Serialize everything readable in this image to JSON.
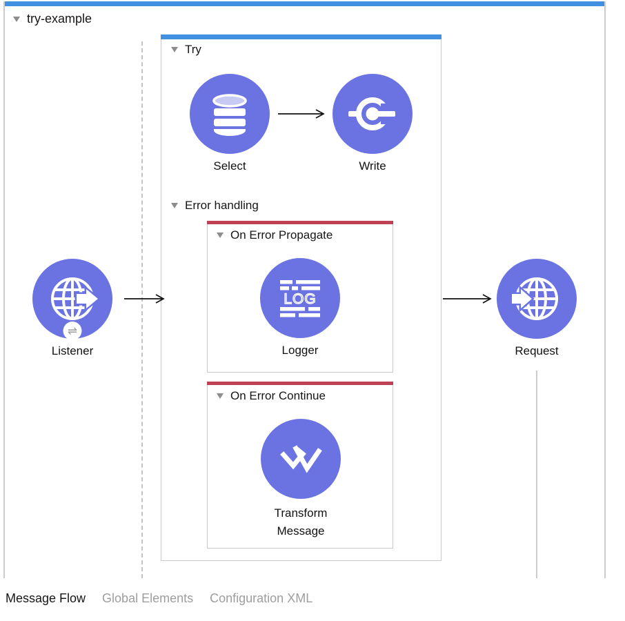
{
  "flow_name": "try-example",
  "scopes": {
    "try": {
      "label": "Try"
    },
    "error_handling": {
      "label": "Error handling"
    },
    "on_error_propagate": {
      "label": "On Error Propagate"
    },
    "on_error_continue": {
      "label": "On Error Continue"
    }
  },
  "nodes": {
    "listener": {
      "label": "Listener",
      "icon": "globe-arrow-out-icon",
      "badge_glyph": "⇌"
    },
    "select": {
      "label": "Select",
      "icon": "database-icon"
    },
    "write": {
      "label": "Write",
      "icon": "file-write-icon"
    },
    "logger": {
      "label": "Logger",
      "icon": "log-lines-icon",
      "icon_text": "LOG"
    },
    "transform": {
      "label": "Transform Message",
      "icon": "dataweave-icon"
    },
    "request": {
      "label": "Request",
      "icon": "globe-arrow-in-icon"
    }
  },
  "tabs": [
    {
      "label": "Message Flow",
      "active": true
    },
    {
      "label": "Global Elements",
      "active": false
    },
    {
      "label": "Configuration XML",
      "active": false
    }
  ],
  "colors": {
    "node_fill": "#6B72E2",
    "flow_accent_blue": "#4190E2",
    "error_accent_red": "#BF4154",
    "border_gray": "#C9C9C9"
  }
}
